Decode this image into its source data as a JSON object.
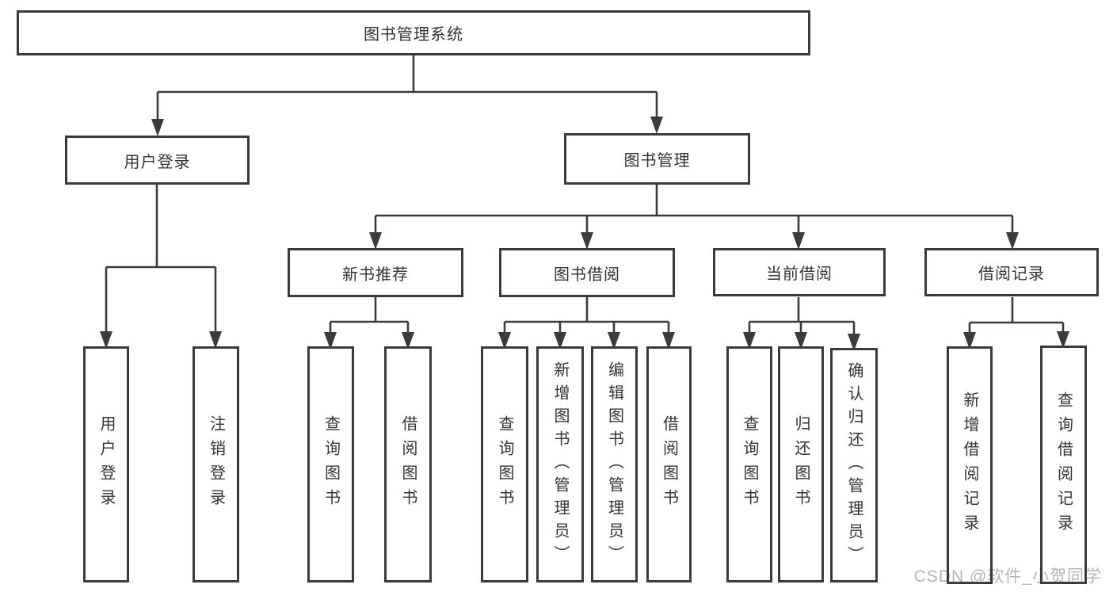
{
  "diagram": {
    "type": "hierarchy-tree",
    "tree": {
      "label": "图书管理系统",
      "children": [
        {
          "label": "用户登录",
          "children": [
            {
              "label": "用户登录"
            },
            {
              "label": "注销登录"
            }
          ]
        },
        {
          "label": "图书管理",
          "children": [
            {
              "label": "新书推荐",
              "children": [
                {
                  "label": "查询图书"
                },
                {
                  "label": "借阅图书"
                }
              ]
            },
            {
              "label": "图书借阅",
              "children": [
                {
                  "label": "查询图书"
                },
                {
                  "label": "新增图书（管理员）"
                },
                {
                  "label": "编辑图书（管理员）"
                },
                {
                  "label": "借阅图书"
                }
              ]
            },
            {
              "label": "当前借阅",
              "children": [
                {
                  "label": "查询图书"
                },
                {
                  "label": "归还图书"
                },
                {
                  "label": "确认归还（管理员）"
                }
              ]
            },
            {
              "label": "借阅记录",
              "children": [
                {
                  "label": "新增借阅记录"
                },
                {
                  "label": "查询借阅记录"
                }
              ]
            }
          ]
        }
      ]
    },
    "colors": {
      "line": "#3b3b3b",
      "text": "#333333",
      "box_fill": "#ffffff",
      "background": "#ffffff",
      "watermark": "#b5b5b5"
    }
  },
  "watermark": {
    "text": "CSDN @软件_小贺同学"
  }
}
